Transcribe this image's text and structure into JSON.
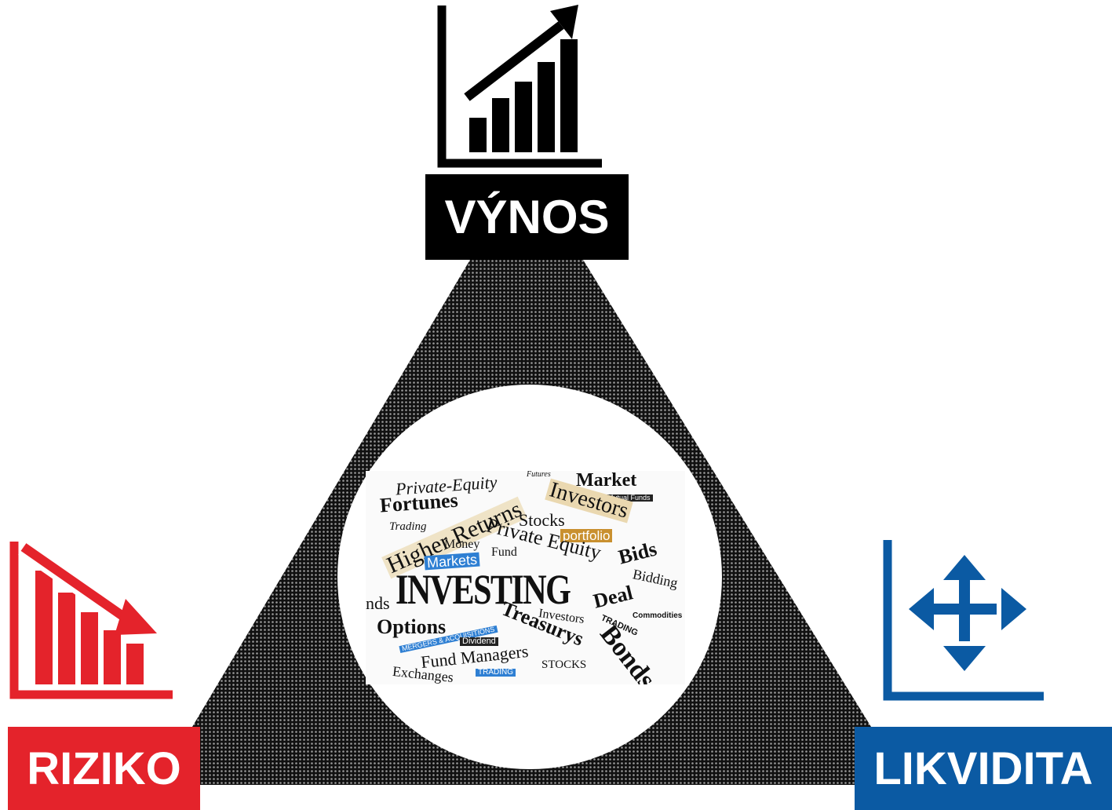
{
  "colors": {
    "top": "#000000",
    "left": "#e4232b",
    "right": "#0b5aa3",
    "triangle": "#111111",
    "triangle_dots": "#9a9a9a",
    "circle": "#ffffff"
  },
  "nodes": {
    "top": {
      "label": "VÝNOS",
      "icon": "rising-bar-chart-icon"
    },
    "left": {
      "label": "RIZIKO",
      "icon": "falling-bar-chart-icon"
    },
    "right": {
      "label": "LIKVIDITA",
      "icon": "move-arrows-chart-icon"
    }
  },
  "collage": {
    "words": [
      "Private-Equity",
      "Futures",
      "Market",
      "Mutual Funds",
      "Fortunes",
      "Investors",
      "Trading",
      "Higher Returns",
      "Stocks",
      "portfolio",
      "Money",
      "Fund",
      "Private Equity",
      "Bids",
      "Markets",
      "Bidding",
      "INVESTING",
      "nds",
      "Deal",
      "Commodities",
      "Investors",
      "Treasurys",
      "TRADING",
      "Options",
      "MERGERS & ACQUISITIONS",
      "Dividend",
      "Bonds",
      "Fund Managers",
      "STOCKS",
      "Exchanges",
      "TRADING"
    ]
  }
}
